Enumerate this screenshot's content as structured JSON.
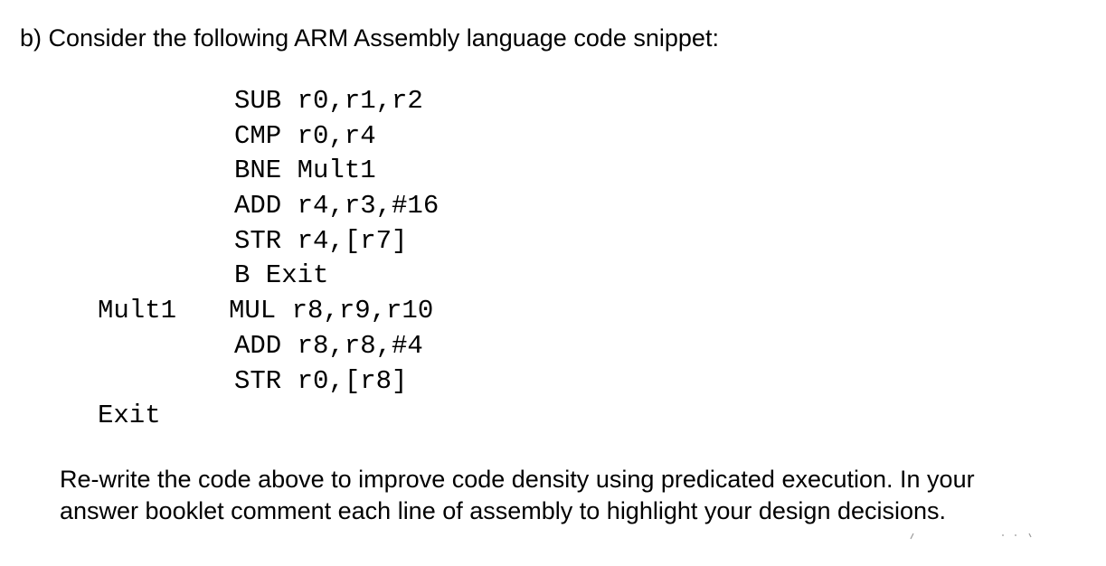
{
  "question": {
    "heading": "b) Consider the following ARM Assembly language code snippet:",
    "code": {
      "lines": [
        {
          "label": "",
          "instruction": "SUB r0,r1,r2"
        },
        {
          "label": "",
          "instruction": "CMP r0,r4"
        },
        {
          "label": "",
          "instruction": "BNE Mult1"
        },
        {
          "label": "",
          "instruction": "ADD r4,r3,#16"
        },
        {
          "label": "",
          "instruction": "STR r4,[r7]"
        },
        {
          "label": "",
          "instruction": "B Exit"
        },
        {
          "label": "Mult1",
          "instruction": "MUL r8,r9,r10"
        },
        {
          "label": "",
          "instruction": "ADD r8,r8,#4"
        },
        {
          "label": "",
          "instruction": "STR r0,[r8]"
        },
        {
          "label": "Exit",
          "instruction": ""
        }
      ]
    },
    "instruction_text": "Re-write the code above to improve code density using predicated execution. In your answer booklet comment each line of assembly to highlight your design decisions."
  }
}
